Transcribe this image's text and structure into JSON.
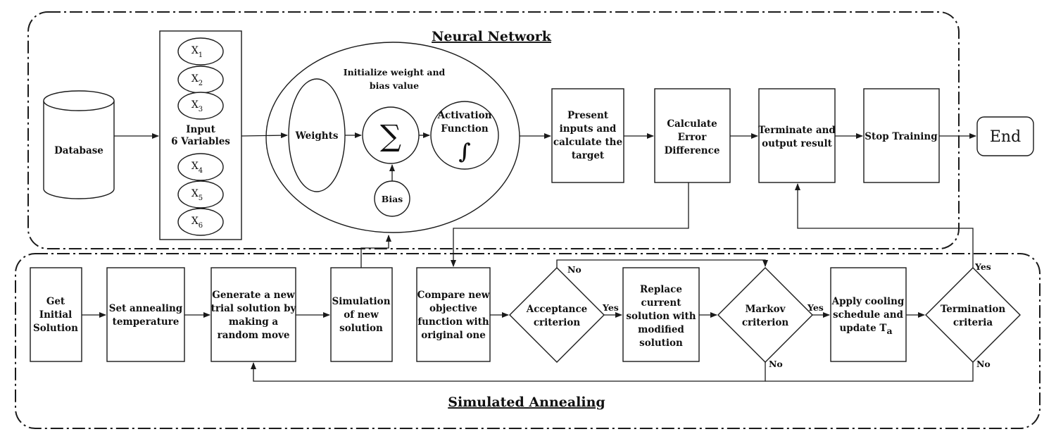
{
  "neural_network": {
    "title": "Neural Network",
    "database": "Database",
    "input": [
      "Input",
      "6 Variables"
    ],
    "vars_top": [
      "1",
      "2",
      "3"
    ],
    "vars_bottom": [
      "4",
      "5",
      "6"
    ],
    "var_letter": "X",
    "init": [
      "Initialize weight and",
      "bias value"
    ],
    "weights": "Weights",
    "sum_symbol": "∑",
    "bias": "Bias",
    "activation": [
      "Activation",
      "Function"
    ],
    "integral_symbol": "∫",
    "present": [
      "Present",
      "inputs and",
      "calculate the",
      "target"
    ],
    "error": [
      "Calculate",
      "Error",
      "Difference"
    ],
    "terminate": [
      "Terminate and",
      "output result"
    ],
    "stop": "Stop Training",
    "end": "End"
  },
  "simulated_annealing": {
    "title": "Simulated Annealing",
    "get_initial": [
      "Get",
      "Initial",
      "Solution"
    ],
    "set_temp": [
      "Set annealing",
      "temperature"
    ],
    "generate": [
      "Generate a new",
      "trial solution by",
      "making a",
      "random move"
    ],
    "simulation": [
      "Simulation",
      "of new",
      "solution"
    ],
    "compare": [
      "Compare new",
      "objective",
      "function with",
      "original one"
    ],
    "acceptance": [
      "Acceptance",
      "criterion"
    ],
    "replace": [
      "Replace",
      "current",
      "solution with",
      "modified",
      "solution"
    ],
    "markov": [
      "Markov",
      "criterion"
    ],
    "cooling": [
      "Apply cooling",
      "schedule and",
      "update T"
    ],
    "cooling_sub": "a",
    "termination": [
      "Termination",
      "criteria"
    ],
    "yes": "Yes",
    "no": "No"
  }
}
